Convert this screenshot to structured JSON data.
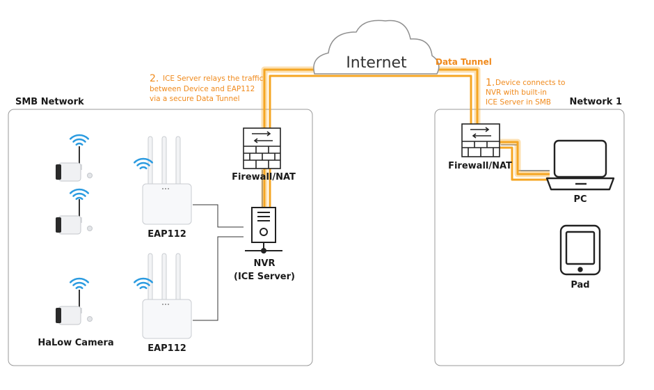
{
  "labels": {
    "smb_network": "SMB Network",
    "network1": "Network 1",
    "internet": "Internet",
    "data_tunnel": "Data Tunnel",
    "firewall_left": "Firewall/NAT",
    "firewall_right": "Firewall/NAT",
    "nvr_line1": "NVR",
    "nvr_line2": "(ICE Server)",
    "eap_top": "EAP112",
    "eap_bottom": "EAP112",
    "halow_camera": "HaLow Camera",
    "pc": "PC",
    "pad": "Pad"
  },
  "annotations": {
    "step2_num": "2.",
    "step2_line1": "ICE Server relays the traffic",
    "step2_line2": "between Device and EAP112",
    "step2_line3": "via a secure Data Tunnel",
    "step1_num": "1.",
    "step1_line1": "Device  connects to",
    "step1_line2": "NVR with built-in",
    "step1_line3": "ICE Server in SMB"
  },
  "colors": {
    "tunnel": "#f5a623",
    "annotation": "#f08a1c",
    "wifi": "#2b9be0",
    "frame": "#9a9a9a",
    "line": "#333333"
  },
  "icons": [
    "cloud-icon",
    "firewall-icon",
    "server-icon",
    "access-point-icon",
    "camera-icon",
    "wifi-icon",
    "laptop-icon",
    "tablet-icon"
  ]
}
